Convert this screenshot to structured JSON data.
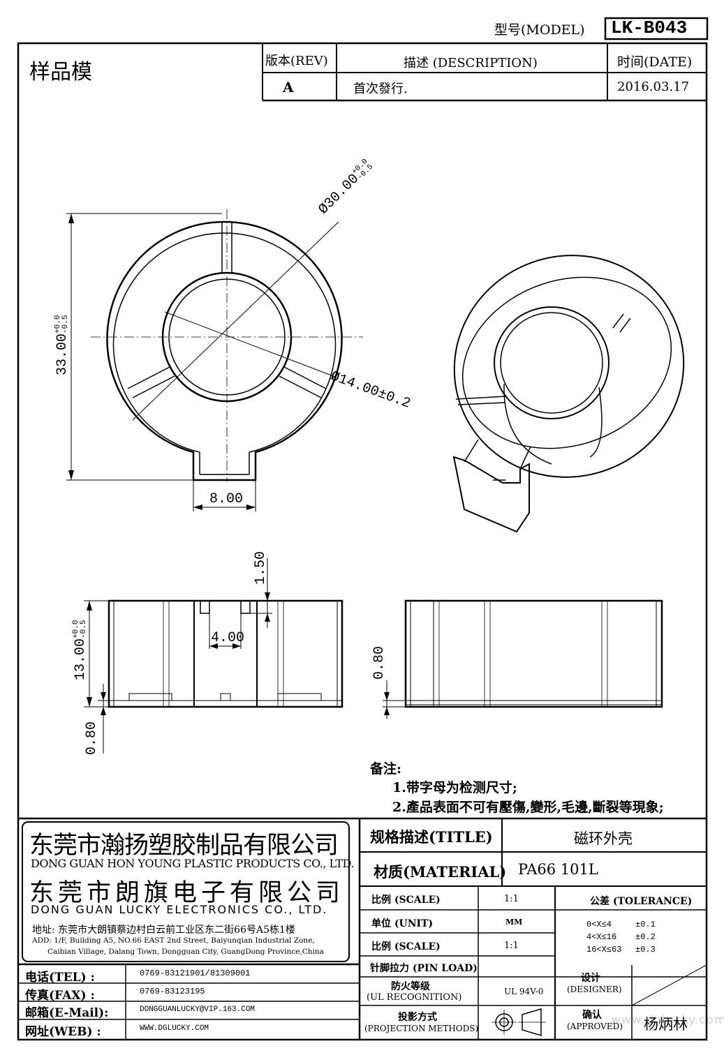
{
  "header": {
    "model_label": "型号(MODEL)",
    "model_value": "LK-B043",
    "sample_label": "样品模",
    "rev_label": "版本(REV)",
    "desc_label": "描述 (DESCRIPTION)",
    "date_label": "时间(DATE)",
    "rev_value": "A",
    "desc_value": "首次發行.",
    "date_value": "2016.03.17"
  },
  "dimensions": {
    "outer_diameter": "Ø30.00",
    "outer_diameter_tol_upper": "+0.0",
    "outer_diameter_tol_lower": "-0.5",
    "height_total": "33.00",
    "height_total_tol_upper": "+0.0",
    "height_total_tol_lower": "-0.5",
    "inner_diameter": "Ø14.00±0.2",
    "tab_width": "8.00",
    "slot_depth": "1.50",
    "slot_width": "4.00",
    "body_height": "13.00",
    "body_height_tol_upper": "+0.0",
    "body_height_tol_lower": "-0.5",
    "base_thickness_left": "0.80",
    "base_thickness_right": "0.80"
  },
  "notes": {
    "title": "备注:",
    "items": [
      "1.带字母为检测尺寸;",
      "2.產品表面不可有壓傷,變形,毛邊,斷裂等現象;"
    ]
  },
  "company": {
    "name_cn_1": "东莞市瀚扬塑胶制品有限公司",
    "name_en_1": "DONG GUAN HON YOUNG PLASTIC PRODUCTS CO., LTD.",
    "name_cn_2": "东莞市朗旗电子有限公司",
    "name_en_2": "DONG GUAN LUCKY ELECTRONICS CO., LTD.",
    "address_cn": "地址: 东莞市大朗镇蔡边村白云前工业区东二街66号A5栋1楼",
    "address_en_1": "ADD: 1/F, Building A5, NO.66 EAST 2nd Street, Baiyunqian Industrial Zone,",
    "address_en_2": "Caibian Village, Dalang Town, Dongguan City, GuangDong Province,China"
  },
  "contact": {
    "tel_label": "电话(TEL)  :",
    "tel_value": "0769-83121901/81309001",
    "fax_label": "传真(FAX)  :",
    "fax_value": "0769-83123195",
    "mail_label": "邮箱(E-Mail):",
    "mail_value": "DONGGUANLUCKY@VIP.163.COM",
    "web_label": "网址(WEB)  :",
    "web_value": "WWW.DGLUCKY.COM"
  },
  "spec": {
    "title_label": "规格描述(TITLE)",
    "title_value": "磁环外壳",
    "material_label": "材质(MATERIAL)",
    "material_value": "PA66 101L",
    "scale_label_1": "比例 (SCALE)",
    "scale_value_1": "1:1",
    "tolerance_label": "公差 (TOLERANCE)",
    "unit_label": "单位 (UNIT)",
    "unit_value": "MM",
    "scale_label_2": "比例 (SCALE)",
    "scale_value_2": "1:1",
    "tolerances": [
      {
        "range": "0<X≤4",
        "value": "±0.1"
      },
      {
        "range": "4<X≤16",
        "value": "±0.2"
      },
      {
        "range": "16<X≤63",
        "value": "±0.3"
      }
    ],
    "pin_load_label": "针脚拉力 (PIN LOAD)",
    "pin_load_value": "",
    "ul_label_1": "防火等级",
    "ul_label_2": "(UL RECOGNITION)",
    "ul_value": "UL 94V-0",
    "designer_label_1": "设计",
    "designer_label_2": "(DESIGNER)",
    "designer_value": "",
    "projection_label": "投影方式",
    "projection_label_2": "(PROJECTION METHODS)",
    "approved_label_1": "确认",
    "approved_label_2": "(APPROVED)",
    "approved_value": "杨炳林"
  },
  "watermark": "www.dglucky.com"
}
